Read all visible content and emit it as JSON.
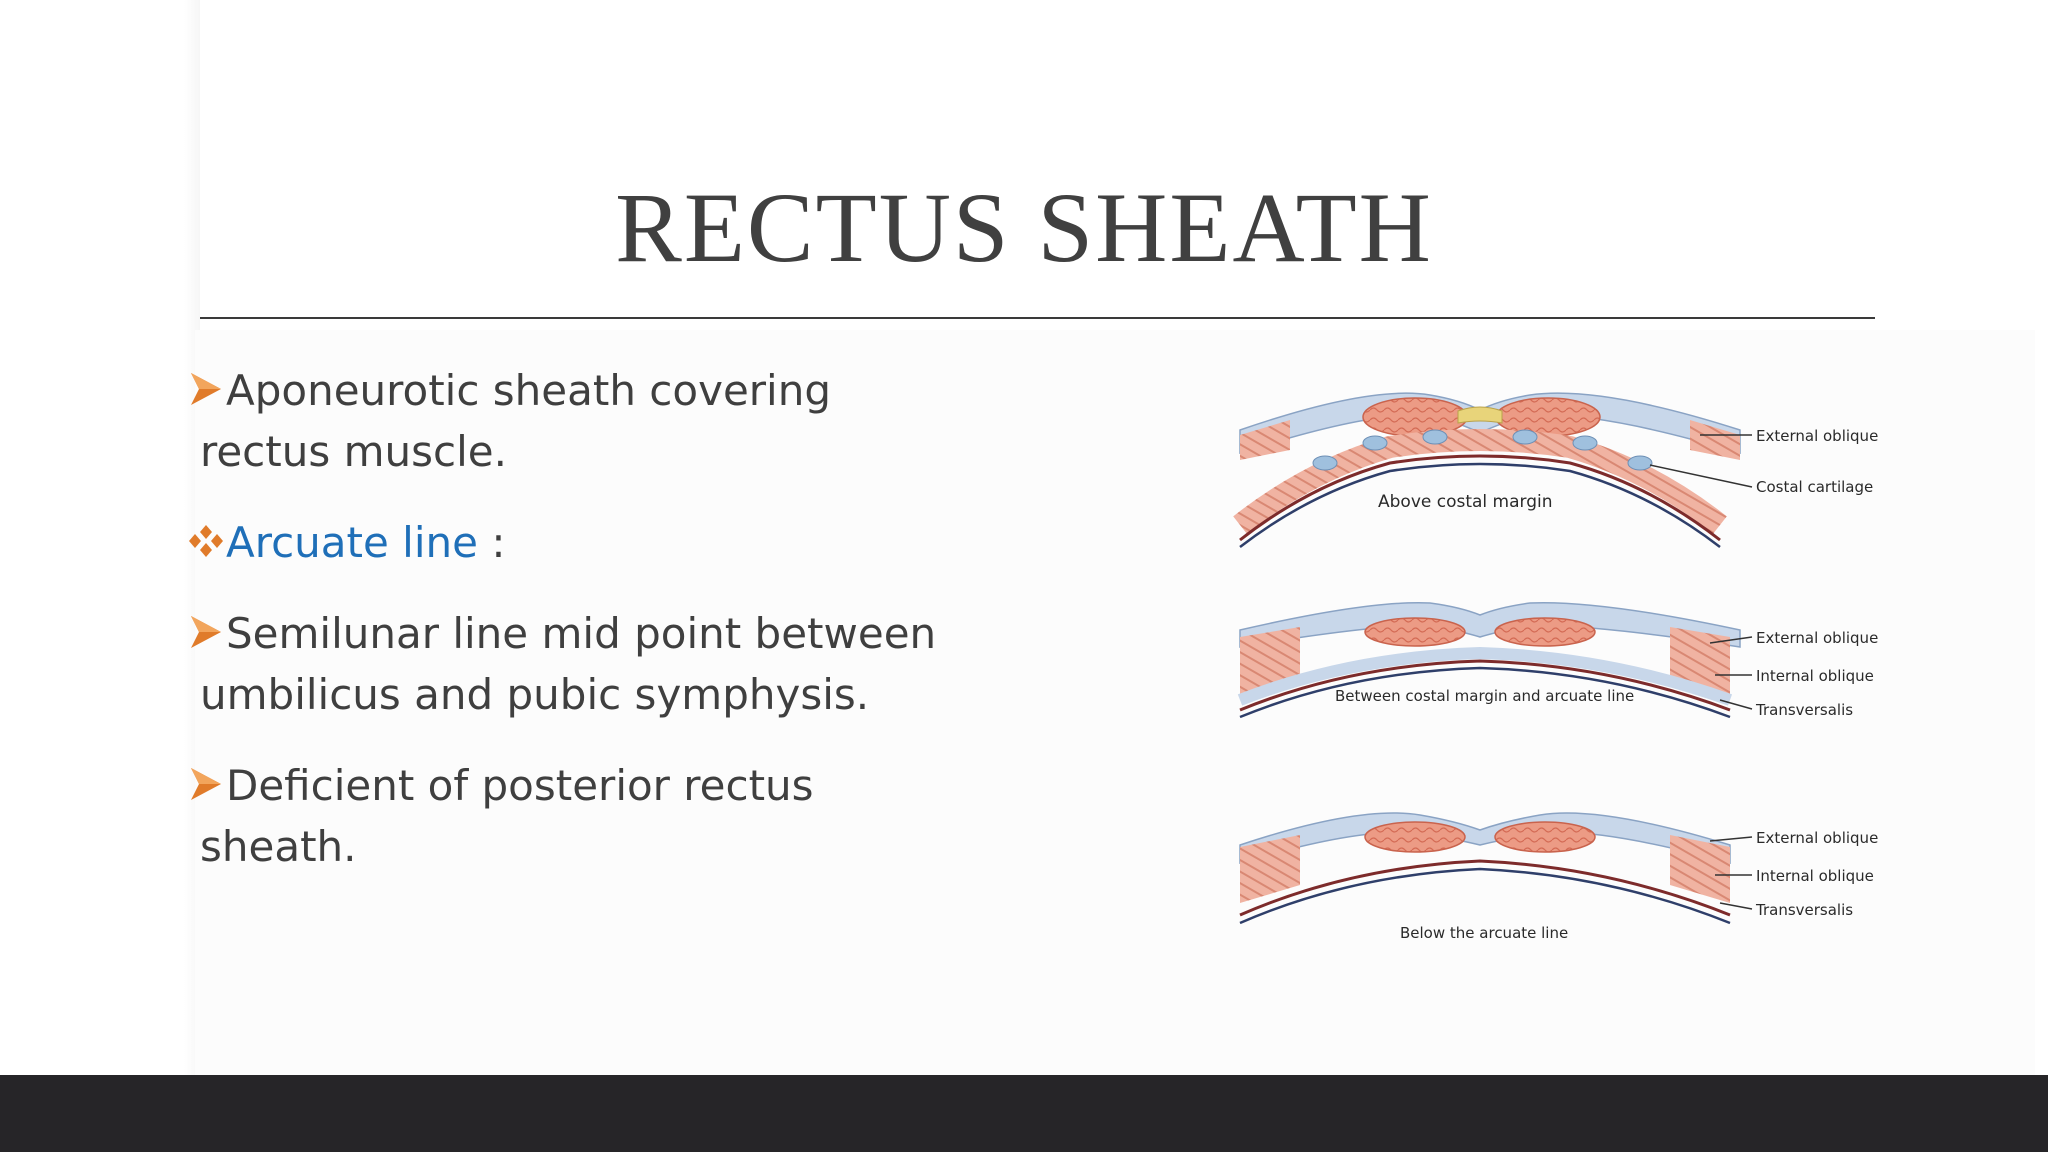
{
  "slide": {
    "title": "RECTUS SHEATH",
    "bullets": [
      {
        "marker": "arrow",
        "line1": "Aponeurotic sheath covering",
        "line2": "rectus muscle."
      },
      {
        "marker": "diamond",
        "highlight": "Arcuate line",
        "suffix": " :"
      },
      {
        "marker": "arrow",
        "line1": "Semilunar line mid point between",
        "line2": "umbilicus and pubic symphysis."
      },
      {
        "marker": "arrow",
        "line1": "Deficient of posterior rectus",
        "line2": "sheath."
      }
    ],
    "colors": {
      "title": "#404040",
      "text": "#3f3f3f",
      "highlight": "#1f6fb8",
      "marker": "#e07b2a",
      "footer": "#262528"
    }
  },
  "diagram": {
    "panels": [
      {
        "caption": "Above costal margin",
        "labels": [
          "External oblique",
          "Costal cartilage"
        ]
      },
      {
        "caption": "Between costal margin and arcuate line",
        "labels": [
          "External oblique",
          "Internal oblique",
          "Transversalis"
        ]
      },
      {
        "caption": "Below the arcuate line",
        "labels": [
          "External oblique",
          "Internal oblique",
          "Transversalis"
        ]
      }
    ]
  }
}
